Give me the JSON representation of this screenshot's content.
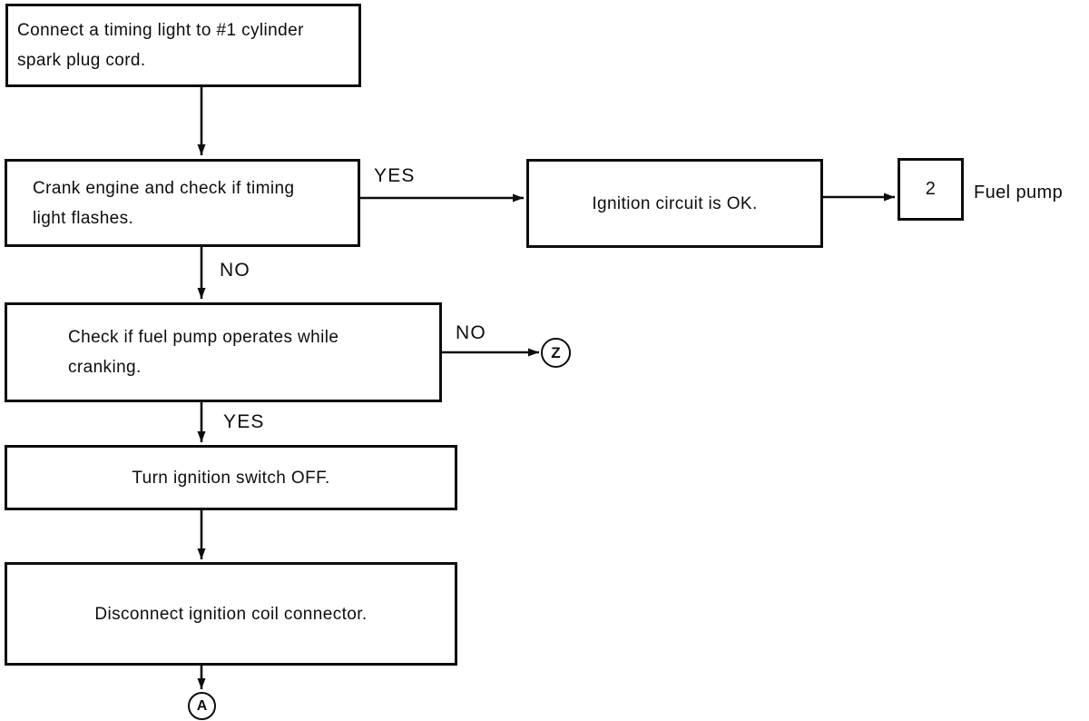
{
  "page": {
    "background": "#ffffff",
    "ink": "#0d0d0d"
  },
  "flowchart": {
    "steps": {
      "connect_timing_light": "Connect a timing light to #1 cylinder\nspark plug cord.",
      "crank_engine": "Crank engine and check if timing\nlight flashes.",
      "ignition_ok": "Ignition circuit is OK.",
      "check_fuel_pump": "Check if fuel pump operates while\ncranking.",
      "ignition_off": "Turn ignition switch OFF.",
      "disconnect_coil": "Disconnect ignition coil connector."
    },
    "branch_labels": {
      "crank_yes": "YES",
      "crank_no": "NO",
      "fuel_pump_no": "NO",
      "fuel_pump_yes": "YES"
    },
    "references": {
      "next_chart_number": "2",
      "next_chart_label": "Fuel pump",
      "connector_z": "Z",
      "connector_a": "A"
    }
  }
}
